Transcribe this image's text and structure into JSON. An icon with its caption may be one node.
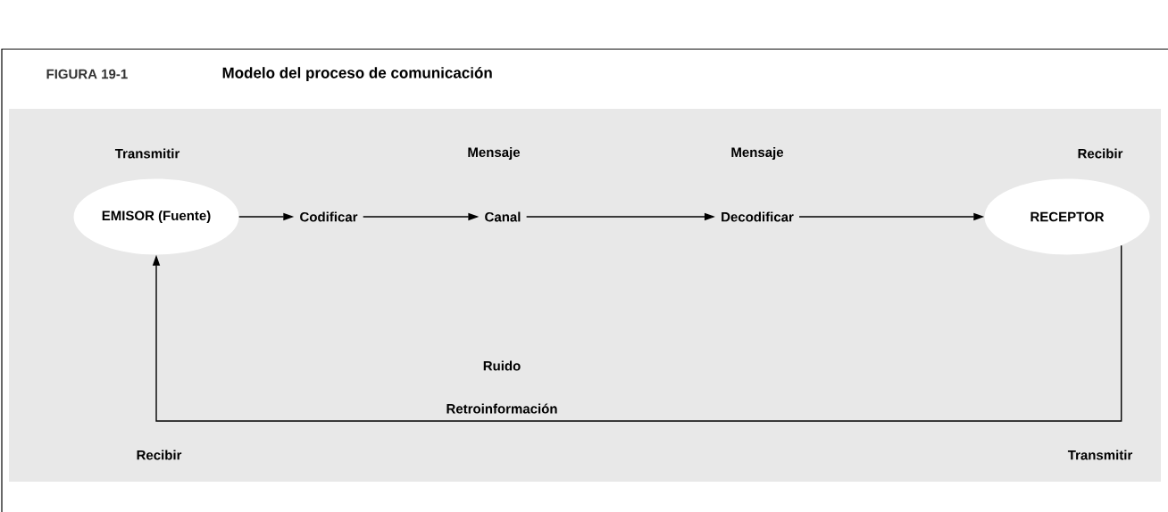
{
  "diagram": {
    "title": "Modelo del proceso de comunicación",
    "caption": "FIGURA 19-1",
    "nodes": [
      {
        "text": [
          "EMISOR (Fuente)"
        ]
      },
      {
        "text": [
          "Codificar"
        ]
      },
      {
        "text": [
          "Canal"
        ]
      },
      {
        "text": [
          "Decodificar"
        ]
      },
      {
        "text": [
          "RECEPTOR"
        ]
      }
    ],
    "edges": [
      {
        "from": 0,
        "to": 1,
        "arrow": "to"
      },
      {
        "from": 1,
        "to": 2,
        "arrow": "to"
      },
      {
        "from": 2,
        "to": 3,
        "arrow": "to"
      },
      {
        "from": 3,
        "to": 4,
        "arrow": "to"
      },
      {
        "from": 4,
        "to": 0,
        "arrow": "to",
        "label": "Retroinformación"
      }
    ],
    "labels": [
      "Transmitir",
      "Mensaje",
      "Mensaje",
      "Recibir",
      "Ruido",
      "Recibir",
      "Transmitir"
    ]
  }
}
